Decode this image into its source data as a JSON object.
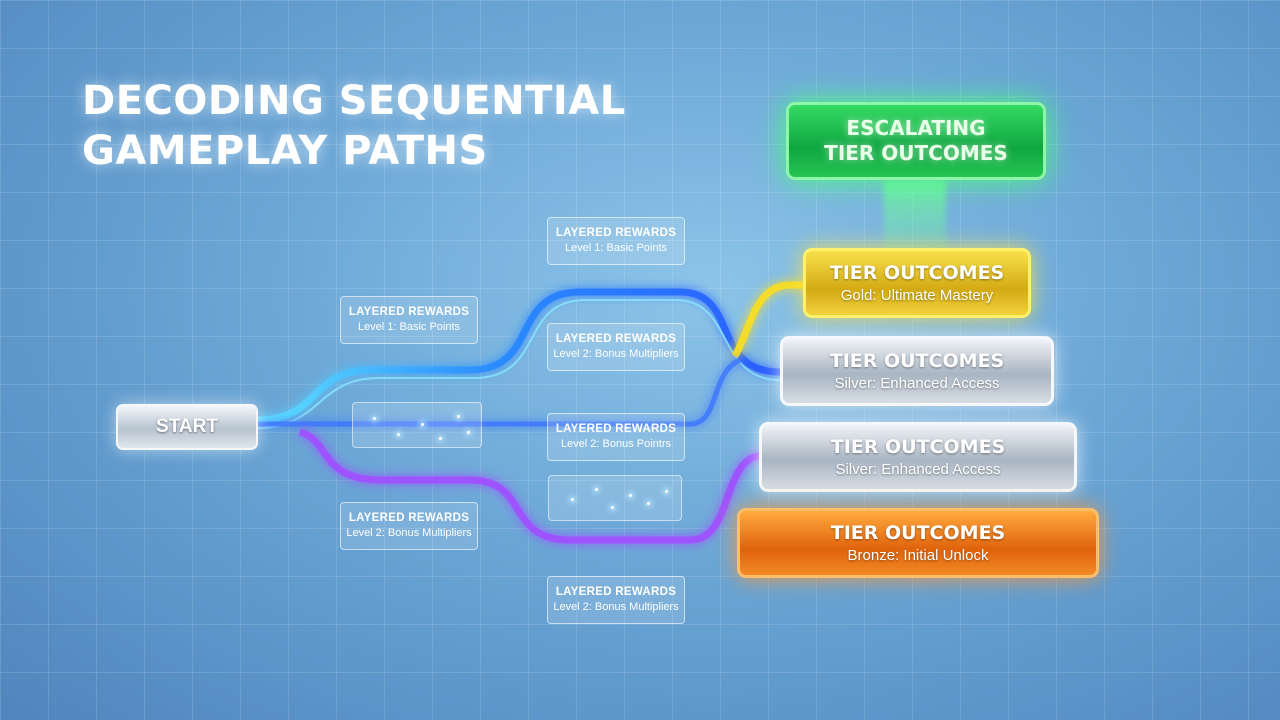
{
  "title": {
    "line1": "DECODING SEQUENTIAL",
    "line2": "GAMEPLAY PATHS"
  },
  "start": {
    "label": "START"
  },
  "rewards": [
    {
      "heading": "LAYERED REWARDS",
      "sub": "Level 1: Basic Points"
    },
    {
      "heading": "LAYERED REWARDS",
      "sub": "Level 1: Basic Points"
    },
    {
      "heading": "LAYERED REWARDS",
      "sub": "Level 2: Bonus Multipliers"
    },
    {
      "heading": "LAYERED REWARDS",
      "sub": "Level 2: Bonus Pointrs"
    },
    {
      "heading": "LAYERED REWARDS",
      "sub": "Level 2: Bonus Multipliers"
    },
    {
      "heading": "LAYERED REWARDS",
      "sub": "Level 2: Bonus Multipliers"
    }
  ],
  "escalating": {
    "line1": "ESCALATING",
    "line2": "TIER OUTCOMES"
  },
  "tiers": [
    {
      "heading": "TIER OUTCOMES",
      "sub": "Gold: Ultimate Mastery",
      "color": "#f2cf2e"
    },
    {
      "heading": "TIER OUTCOMES",
      "sub": "Silver: Enhanced Access",
      "color": "#c8d1db"
    },
    {
      "heading": "TIER OUTCOMES",
      "sub": "Silver: Enhanced Access",
      "color": "#c8d1db"
    },
    {
      "heading": "TIER OUTCOMES",
      "sub": "Bronze: Initial Unlock",
      "color": "#f07a1a"
    }
  ],
  "path_colors": {
    "cyan": "#4fd8ff",
    "blue": "#2a6dff",
    "purple": "#9b4dff",
    "gold": "#f2d320",
    "escalate": "#5cff8a"
  }
}
